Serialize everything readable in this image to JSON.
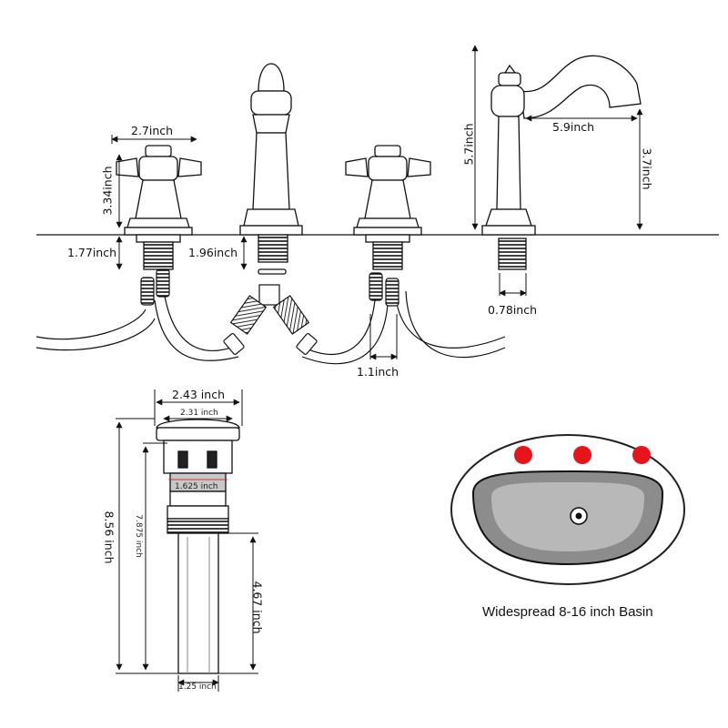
{
  "faucet_dimensions": {
    "handle_spread": "2.7inch",
    "handle_height": "3.34inch",
    "handle_shank": "1.77inch",
    "spout_shank": "1.96inch",
    "hose_spacing": "1.1inch",
    "spout_height": "5.7inch",
    "spout_reach": "5.9inch",
    "spout_outlet_height": "3.7inch",
    "spout_shank_width": "0.78inch"
  },
  "drain_dimensions": {
    "cap_outer": "2.43 inch",
    "cap_inner": "2.31 inch",
    "body_width": "1.625 inch",
    "total_height": "8.56 inch",
    "body_height": "7.875 inch",
    "tail_height": "4.67 inch",
    "tail_width": "1.25 inch"
  },
  "basin": {
    "caption": "Widespread 8-16 inch Basin",
    "hole_color": "#e8141c"
  }
}
